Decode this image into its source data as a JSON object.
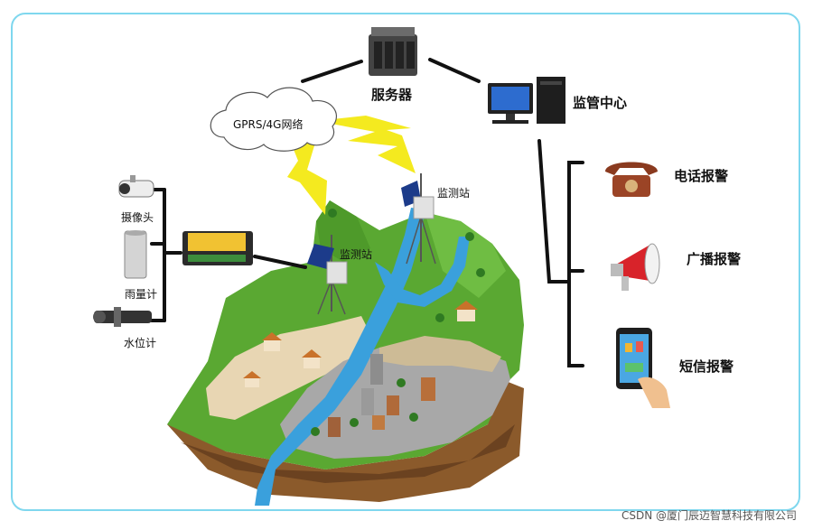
{
  "labels": {
    "server": "服务器",
    "monitor_center": "监管中心",
    "network": "GPRS/4G网络",
    "station_1": "监测站",
    "station_2": "监测站",
    "camera": "摄像头",
    "rain_gauge": "雨量计",
    "water_level": "水位计",
    "phone_alarm": "电话报警",
    "broadcast_alarm": "广播报警",
    "sms_alarm": "短信报警"
  },
  "watermark": "CSDN @厦门辰迈智慧科技有限公司"
}
